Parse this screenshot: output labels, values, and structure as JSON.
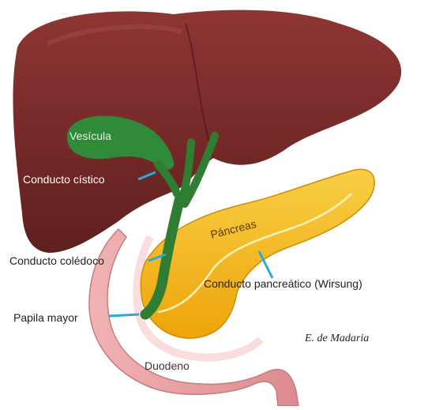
{
  "labels": {
    "vesicula": "Vesícula",
    "conducto_cistico": "Conducto cístico",
    "pancreas": "Páncreas",
    "conducto_coledoco": "Conducto colédoco",
    "conducto_pancreatico": "Conducto pancreático (Wirsung)",
    "papila_mayor": "Papila mayor",
    "duodeno": "Duodeno"
  },
  "signature": "E. de Madaria",
  "colors": {
    "liver": "#7a2c2a",
    "liver_dark": "#5e1f1e",
    "gallbladder": "#2f8a3a",
    "ducts": "#2e7d32",
    "pancreas": "#f2b311",
    "pancreas_light": "#f8cf45",
    "duodenum": "#e9a0a2",
    "pointer": "#29a9e0"
  }
}
